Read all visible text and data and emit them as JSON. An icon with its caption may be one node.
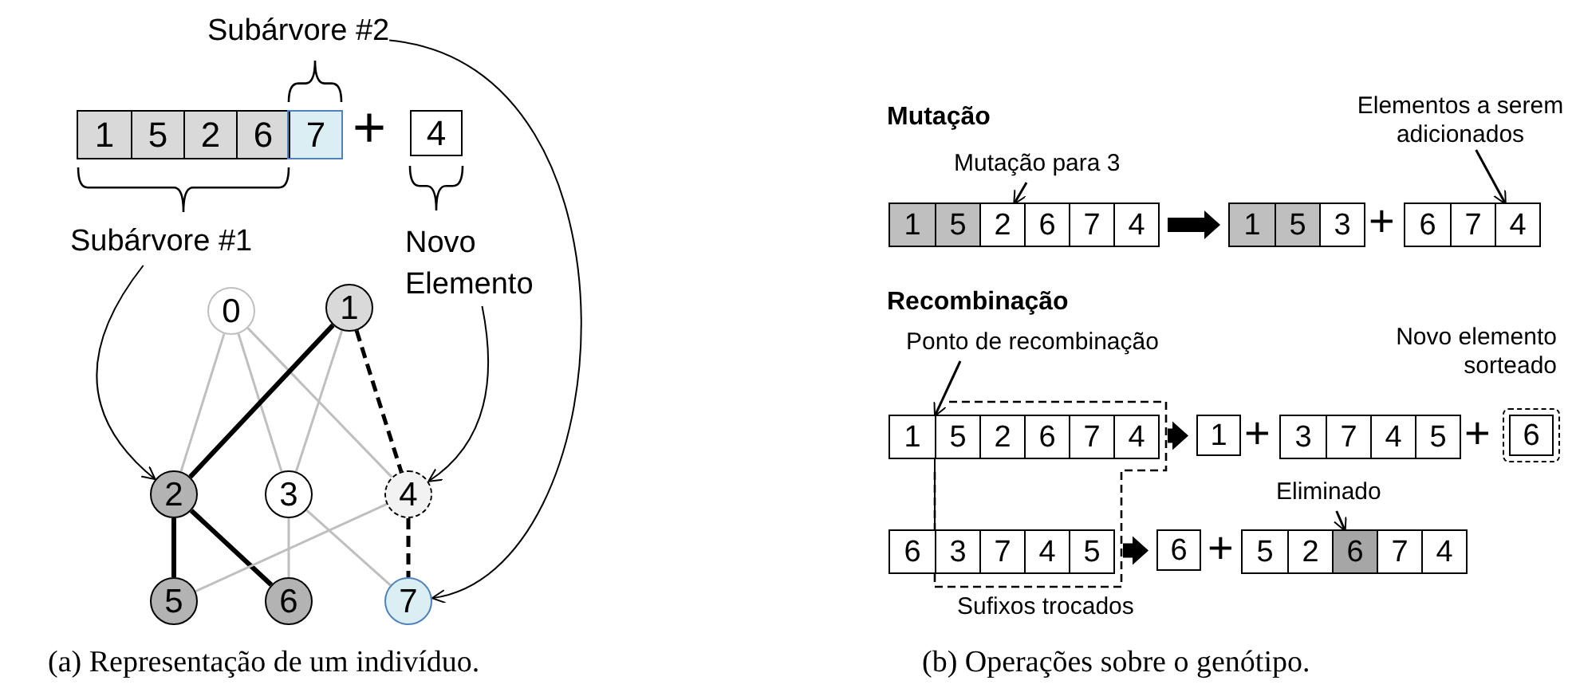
{
  "diagram": {
    "nodes": [
      {
        "text": [],
        "shape": "bar"
      },
      {
        "text": [
          "1"
        ],
        "in": 0
      },
      {
        "text": [
          "5"
        ],
        "in": 0
      },
      {
        "text": [
          "2"
        ],
        "in": 0
      },
      {
        "text": [
          "6"
        ],
        "in": 0
      },
      {
        "text": [
          "7"
        ],
        "in": 0
      },
      {
        "text": [
          "4"
        ]
      },
      {
        "text": [
          "Subárvore #2"
        ]
      },
      {
        "text": [
          "Subárvore #1"
        ]
      },
      {
        "text": [
          "Novo Elemento"
        ]
      },
      {
        "text": [
          "0"
        ]
      },
      {
        "text": [
          "1"
        ]
      },
      {
        "text": [
          "2"
        ]
      },
      {
        "text": [
          "3"
        ]
      },
      {
        "text": [
          "4"
        ]
      },
      {
        "text": [
          "5"
        ]
      },
      {
        "text": [
          "6"
        ]
      },
      {
        "text": [
          "7"
        ]
      },
      {
        "text": [
          "Mutação para 3"
        ]
      },
      {
        "text": [
          "Elementos a serem adicionados"
        ]
      },
      {
        "text": [],
        "shape": "bar"
      },
      {
        "text": [
          "1"
        ],
        "in": 20
      },
      {
        "text": [
          "5"
        ],
        "in": 20
      },
      {
        "text": [
          "2"
        ],
        "in": 20
      },
      {
        "text": [
          "6"
        ],
        "in": 20
      },
      {
        "text": [
          "7"
        ],
        "in": 20
      },
      {
        "text": [
          "4"
        ],
        "in": 20
      },
      {
        "text": [],
        "shape": "bar"
      },
      {
        "text": [
          "1"
        ],
        "in": 27
      },
      {
        "text": [
          "5"
        ],
        "in": 27
      },
      {
        "text": [
          "3"
        ],
        "in": 27
      },
      {
        "text": [],
        "shape": "bar"
      },
      {
        "text": [
          "6"
        ],
        "in": 31
      },
      {
        "text": [
          "7"
        ],
        "in": 31
      },
      {
        "text": [
          "4"
        ],
        "in": 31
      },
      {
        "text": [
          "Ponto de recombinação"
        ]
      },
      {
        "text": [],
        "shape": "bar"
      },
      {
        "text": [
          "1"
        ],
        "in": 36
      },
      {
        "text": [
          "5"
        ],
        "in": 36
      },
      {
        "text": [
          "2"
        ],
        "in": 36
      },
      {
        "text": [
          "6"
        ],
        "in": 36
      },
      {
        "text": [
          "7"
        ],
        "in": 36
      },
      {
        "text": [
          "4"
        ],
        "in": 36
      },
      {
        "text": [
          "1"
        ]
      },
      {
        "text": [],
        "shape": "bar"
      },
      {
        "text": [
          "3"
        ],
        "in": 44
      },
      {
        "text": [
          "7"
        ],
        "in": 44
      },
      {
        "text": [
          "4"
        ],
        "in": 44
      },
      {
        "text": [
          "5"
        ],
        "in": 44
      },
      {
        "text": [],
        "shape": "box"
      },
      {
        "text": [
          "6"
        ],
        "in": 49
      },
      {
        "text": [
          "Eliminado"
        ]
      },
      {
        "text": [],
        "shape": "bar"
      },
      {
        "text": [
          "6"
        ],
        "in": 52
      },
      {
        "text": [
          "3"
        ],
        "in": 52
      },
      {
        "text": [
          "7"
        ],
        "in": 52
      },
      {
        "text": [
          "4"
        ],
        "in": 52
      },
      {
        "text": [
          "5"
        ],
        "in": 52
      },
      {
        "text": [
          "6"
        ]
      },
      {
        "text": [],
        "shape": "bar"
      },
      {
        "text": [
          "5"
        ],
        "in": 59
      },
      {
        "text": [
          "2"
        ],
        "in": 59
      },
      {
        "text": [
          "6"
        ],
        "in": 59
      },
      {
        "text": [
          "7"
        ],
        "in": 59
      },
      {
        "text": [
          "4"
        ],
        "in": 59
      }
    ],
    "edges": [
      {
        "from": 8,
        "to": 12,
        "arrow": "to"
      },
      {
        "from": 7,
        "to": 17,
        "arrow": "to"
      },
      {
        "from": 9,
        "to": 14,
        "arrow": "to"
      },
      {
        "from": 10,
        "to": 12,
        "arrow": "none",
        "color": "#bfbfbf"
      },
      {
        "from": 10,
        "to": 13,
        "arrow": "none",
        "color": "#bfbfbf"
      },
      {
        "from": 10,
        "to": 14,
        "arrow": "none",
        "color": "#bfbfbf"
      },
      {
        "from": 11,
        "to": 12,
        "arrow": "none",
        "style": "thick"
      },
      {
        "from": 11,
        "to": 13,
        "arrow": "none",
        "color": "#bfbfbf"
      },
      {
        "from": 11,
        "to": 14,
        "arrow": "none",
        "style": "dashed"
      },
      {
        "from": 12,
        "to": 15,
        "arrow": "none",
        "style": "thick"
      },
      {
        "from": 12,
        "to": 16,
        "arrow": "none",
        "style": "thick"
      },
      {
        "from": 13,
        "to": 16,
        "arrow": "none",
        "color": "#bfbfbf"
      },
      {
        "from": 13,
        "to": 17,
        "arrow": "none",
        "color": "#bfbfbf"
      },
      {
        "from": 14,
        "to": 15,
        "arrow": "none",
        "color": "#bfbfbf"
      },
      {
        "from": 14,
        "to": 17,
        "arrow": "none",
        "style": "dashed"
      },
      {
        "from": 18,
        "to": 23,
        "arrow": "to"
      },
      {
        "from": 19,
        "to": 34,
        "arrow": "to"
      },
      {
        "from": 20,
        "to": 27,
        "arrow": "to",
        "style": "thick"
      },
      {
        "from": 35,
        "to": 37,
        "arrow": "to"
      },
      {
        "from": 36,
        "to": 43,
        "arrow": "to",
        "style": "thick"
      },
      {
        "from": 51,
        "to": 62,
        "arrow": "to"
      },
      {
        "from": 52,
        "to": 58,
        "arrow": "to",
        "style": "thick"
      }
    ],
    "labels": [
      "+",
      "Mutação",
      "+",
      "Recombinação",
      "Novo elemento sorteado",
      "+",
      "+",
      "+",
      "Sufixos trocados",
      "(a) Representação de um indivíduo.",
      "(b) Operações sobre o genótipo."
    ]
  }
}
